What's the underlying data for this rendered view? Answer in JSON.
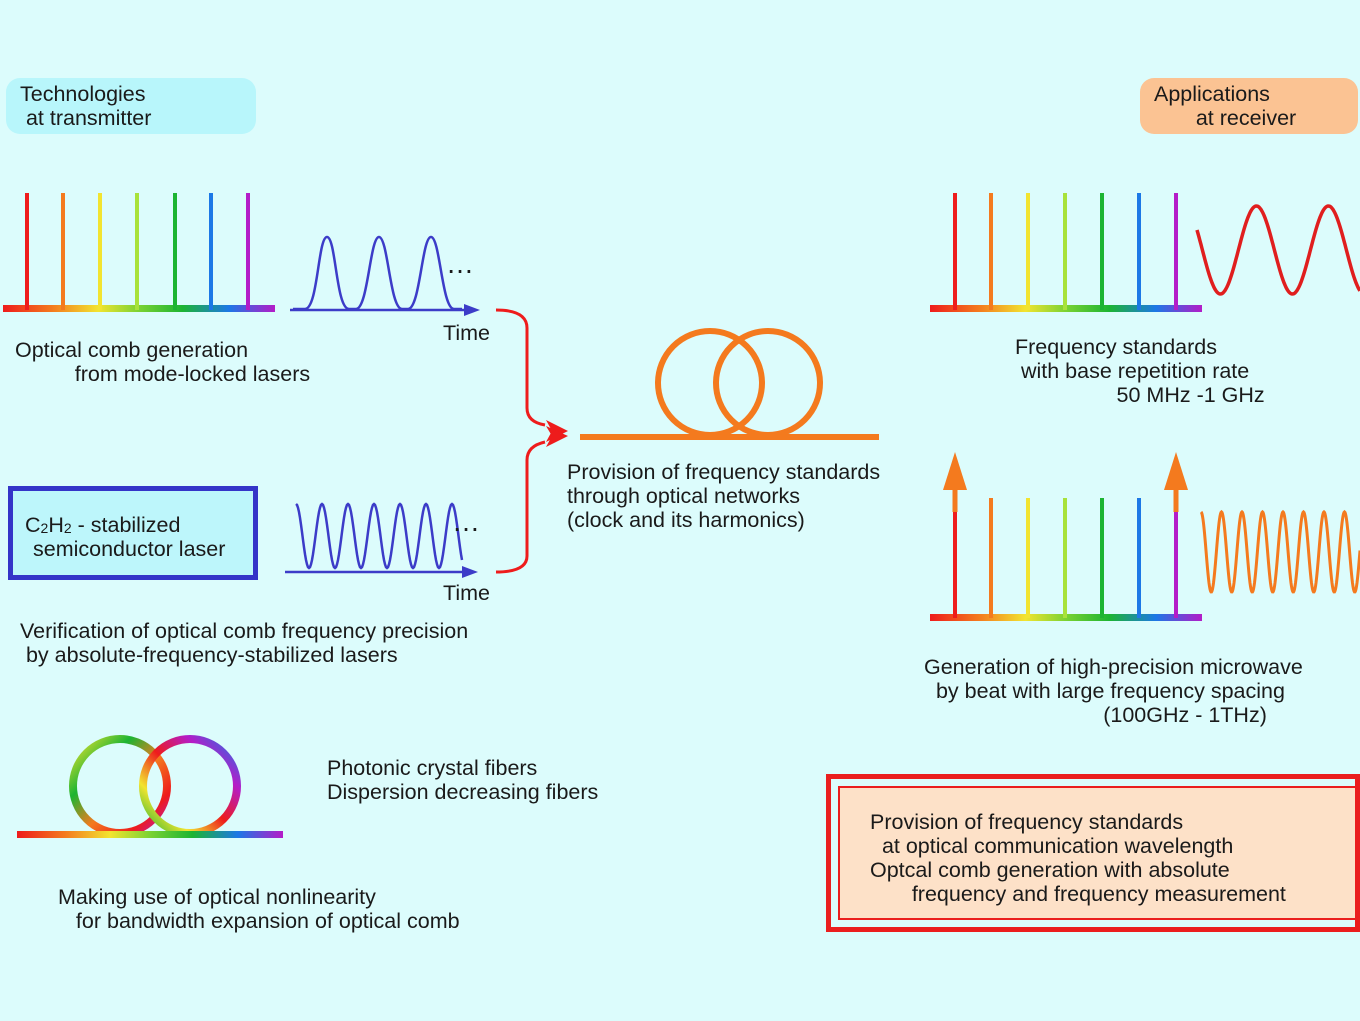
{
  "headers": {
    "technologies": "Technologies\n at transmitter",
    "applications": "Applications\n       at receiver"
  },
  "transmitter": {
    "comb_caption": "Optical comb generation\n          from mode-locked lasers",
    "time_label_top": "Time",
    "time_label_bottom": "Time",
    "ellipsis_top": "…",
    "ellipsis_bottom": "…",
    "laser_box": {
      "c": "C",
      "sub2a": "2",
      "h": "H",
      "sub2b": "2",
      "rest": " - stabilized",
      "line2": "semiconductor laser"
    },
    "verification_caption": "Verification of optical comb frequency precision\n by absolute-frequency-stabilized lasers",
    "fiber_types": "Photonic crystal fibers\nDispersion decreasing fibers",
    "nonlinearity_caption": "Making use of optical nonlinearity\n   for bandwidth expansion of optical comb"
  },
  "network": {
    "caption": "Provision of frequency standards\nthrough optical networks\n(clock and its harmonics)"
  },
  "receiver": {
    "freq_std_caption": "Frequency standards\n with base repetition rate\n                 50 MHz -1 GHz",
    "microwave_caption": "Generation of high-precision microwave\n  by beat with large frequency spacing\n                              (100GHz - 1THz)"
  },
  "summary_box": {
    "text": "Provision of frequency standards\n  at optical communication wavelength\nOptcal comb generation with absolute\n       frequency and frequency measurement"
  },
  "colors": {
    "rainbow": [
      "#ee1c1c",
      "#f47a1e",
      "#f2e430",
      "#a8e23a",
      "#1cb432",
      "#1c78e6",
      "#b41cc8"
    ],
    "pulse_wave": "#3c3cc8",
    "arrow_red": "#ee1c1c",
    "fiber_orange": "#f47a1e",
    "microwave_red": "#e01e1e",
    "microwave_orange": "#f47a1e"
  }
}
